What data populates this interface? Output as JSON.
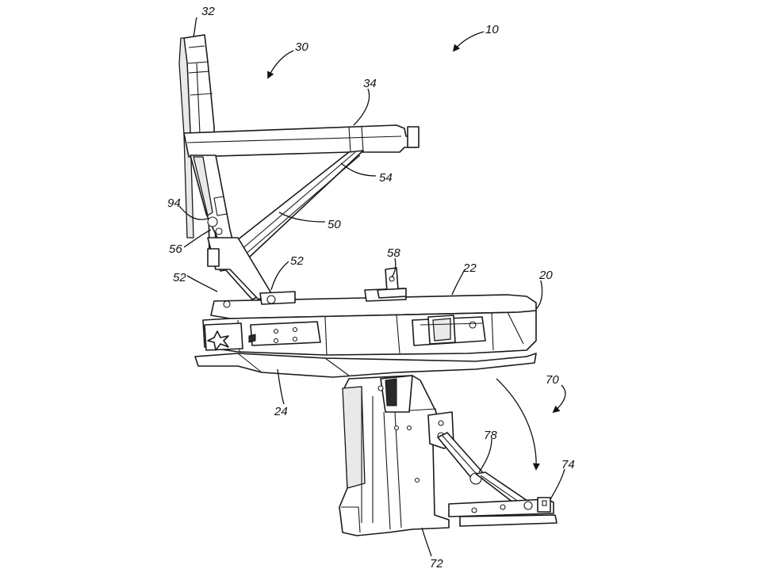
{
  "labels": {
    "r10": "10",
    "r20": "20",
    "r22": "22",
    "r24": "24",
    "r30": "30",
    "r32": "32",
    "r34": "34",
    "r50": "50",
    "r52a": "52",
    "r52b": "52",
    "r54": "54",
    "r56": "56",
    "r58": "58",
    "r70": "70",
    "r72": "72",
    "r74": "74",
    "r78": "78",
    "r94": "94"
  },
  "colors": {
    "line": "#1a1a1a",
    "background": "#ffffff",
    "shade": "#e9e9e9"
  }
}
